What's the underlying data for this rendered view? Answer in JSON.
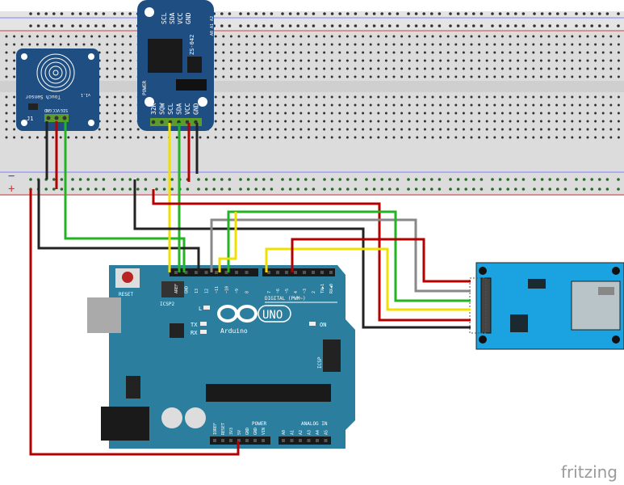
{
  "breadboard": {
    "minus_label": "−",
    "plus_label": "+"
  },
  "touch_sensor": {
    "title": "Touch Sensor",
    "version": "v1.1",
    "connector": "J1",
    "pins": [
      "SIG",
      "VCC",
      "GND"
    ]
  },
  "rtc": {
    "model": "ZS-042",
    "top_pins": [
      "SCL",
      "SDA",
      "VCC",
      "GND"
    ],
    "bottom_pins": [
      "32K",
      "SQW",
      "SCL",
      "SDA",
      "VCC",
      "GND"
    ],
    "power_label": "POWER",
    "addr_label": "A0 A1 A2"
  },
  "arduino": {
    "reset_label": "RESET",
    "icsp2_label": "ICSP2",
    "icsp_label": "ICSP",
    "digital_label": "DIGITAL (PWM~)",
    "digital_pins": [
      "AREF",
      "GND",
      "13",
      "12",
      "~11",
      "~10",
      "~9",
      "8",
      "7",
      "~6",
      "~5",
      "4",
      "~3",
      "2",
      "TX▶1",
      "RX◀0"
    ],
    "led_labels": [
      "L",
      "TX",
      "RX",
      "ON"
    ],
    "brand": "Arduino",
    "model": "UNO",
    "power_label": "POWER",
    "power_pins": [
      "IOREF",
      "RESET",
      "3V3",
      "5V",
      "GND",
      "GND",
      "VIN"
    ],
    "analog_label": "ANALOG IN",
    "analog_pins": [
      "A0",
      "A1",
      "A2",
      "A3",
      "A4",
      "A5"
    ]
  },
  "watermark": "fritzing",
  "colors": {
    "breadboard": "#dcdcdc",
    "pcb_blue": "#1f4f82",
    "arduino": "#2b7e9e",
    "sd_module": "#1aa3e0",
    "wire_red": "#b30000",
    "wire_black": "#222222",
    "wire_green": "#22b422",
    "wire_yellow": "#f0e000",
    "wire_gray": "#888888"
  }
}
